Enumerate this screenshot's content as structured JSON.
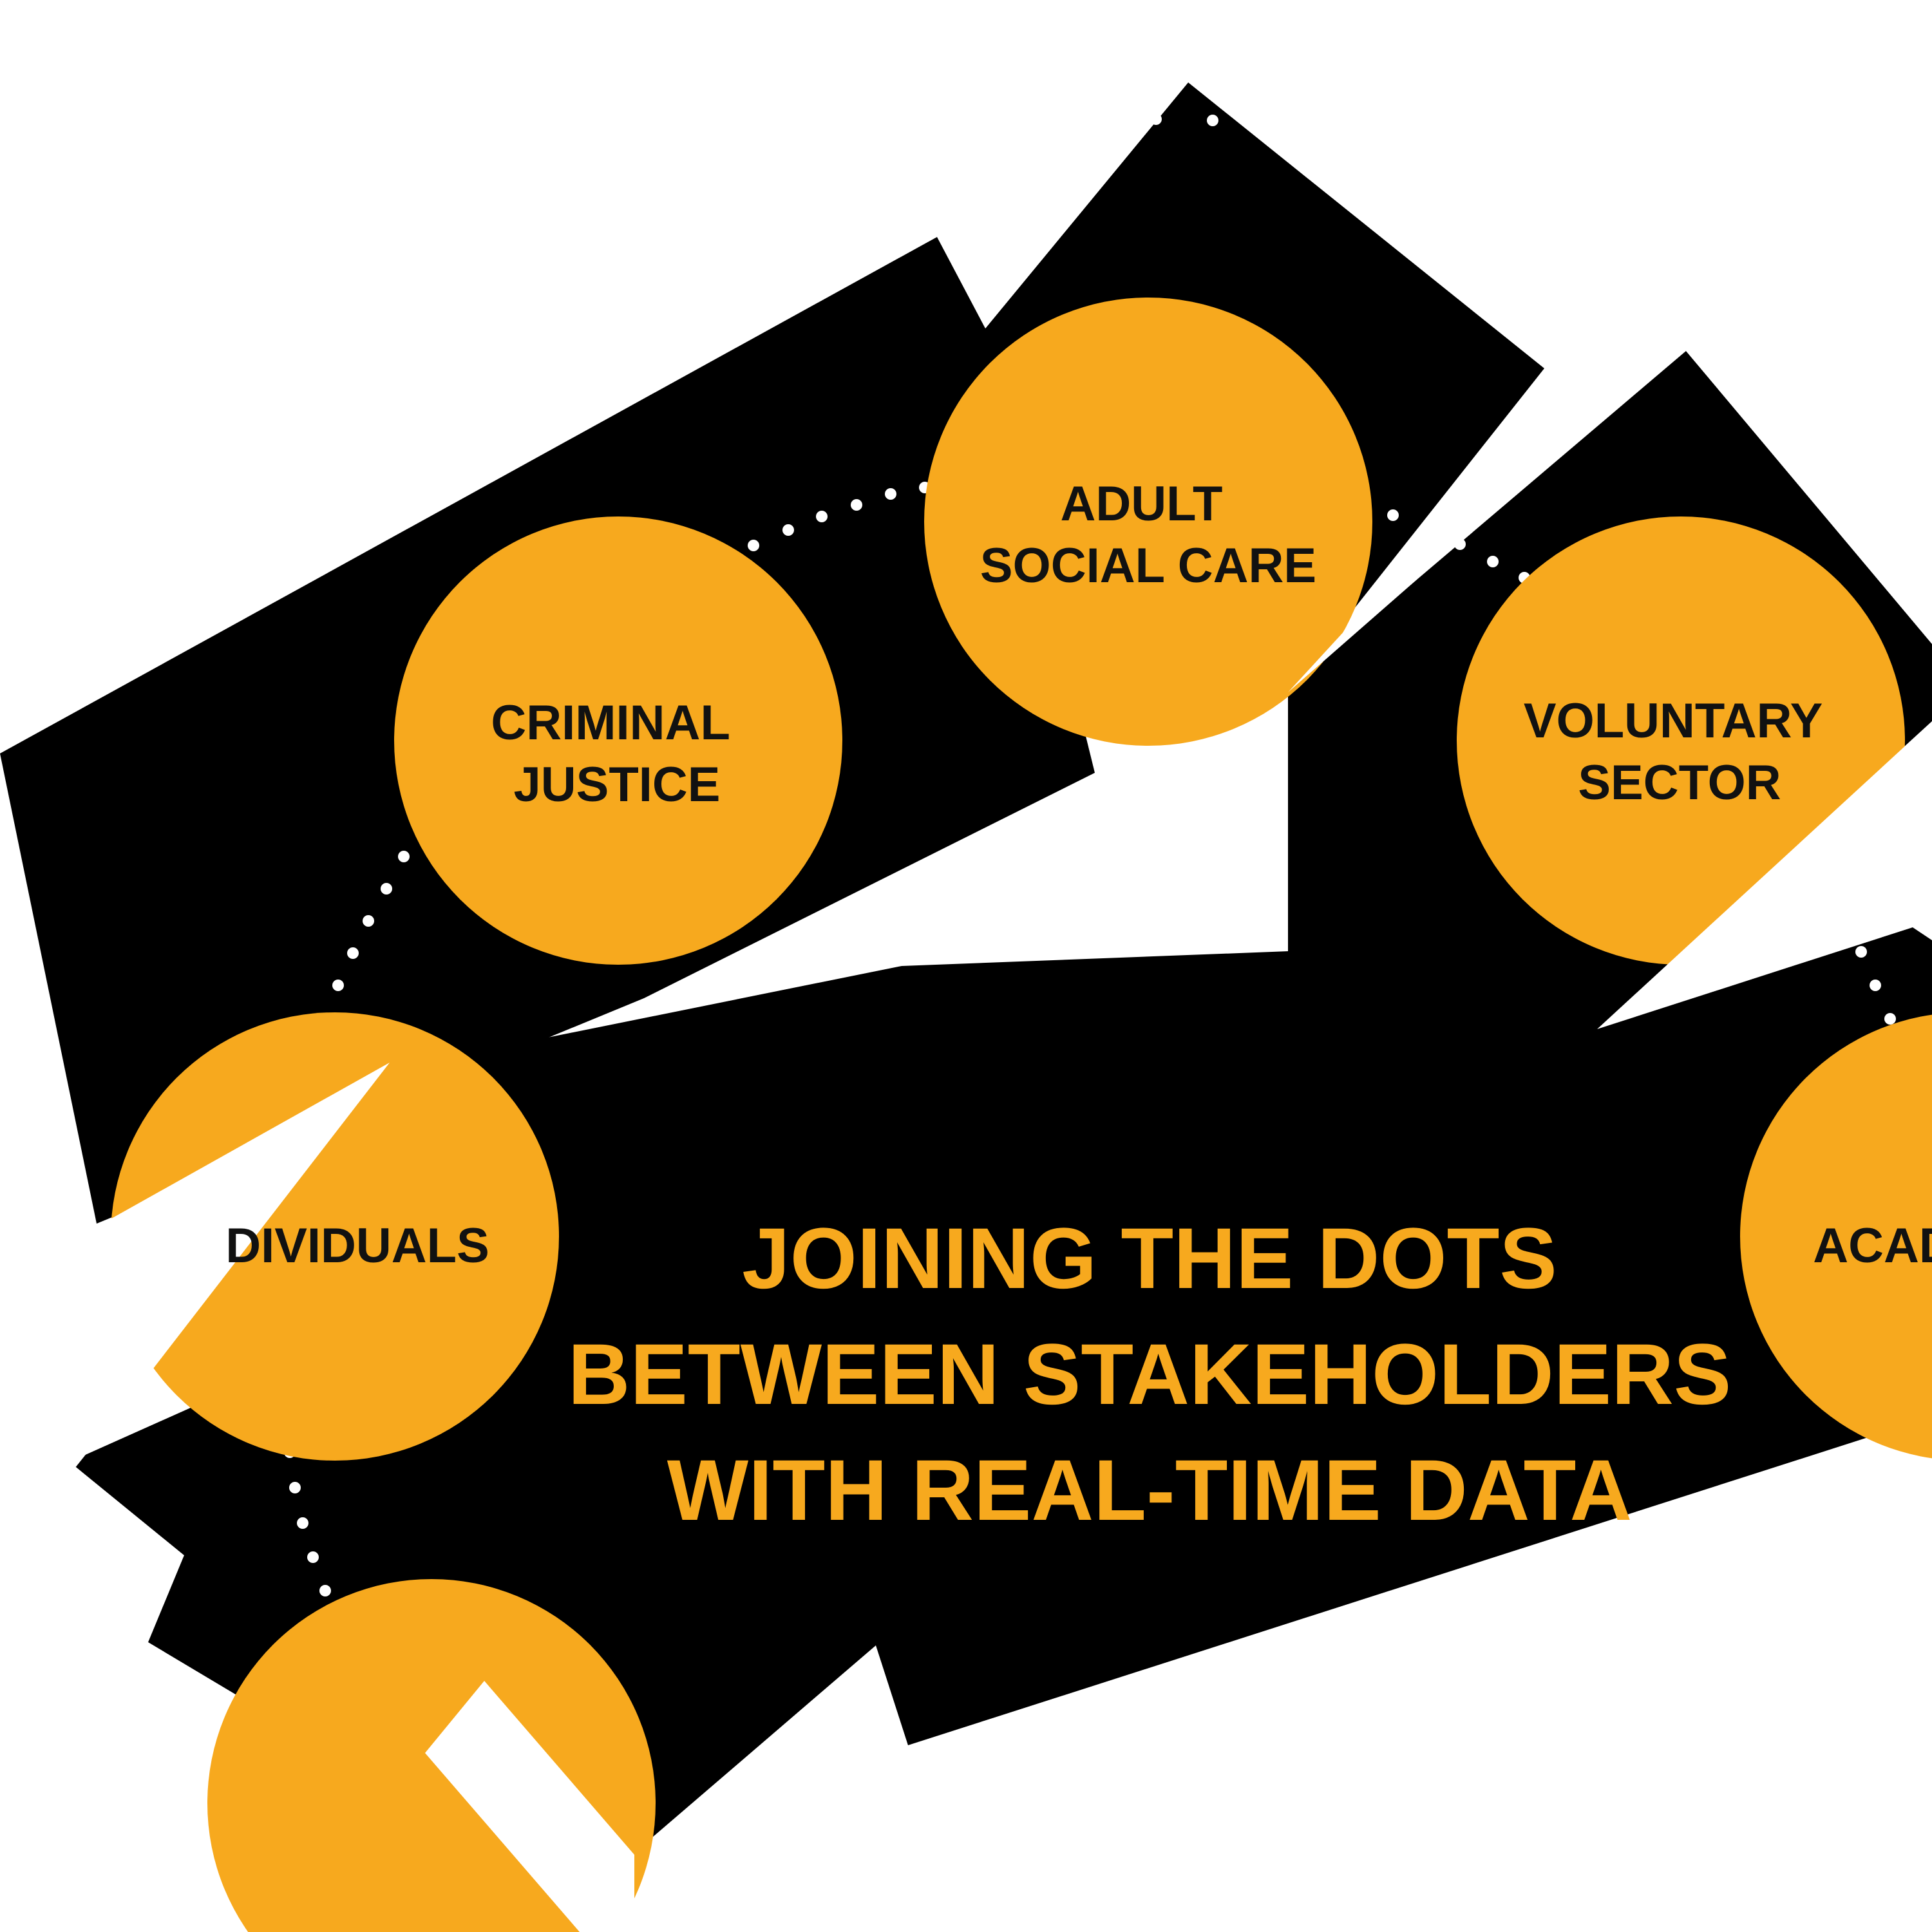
{
  "colors": {
    "background": "#ffffff",
    "shape": "#000000",
    "node": "#f7a91e",
    "node_text": "#111111",
    "headline": "#f7a91e",
    "dots": "#ffffff"
  },
  "headline": {
    "lines": [
      "JOINING THE DOTS",
      "BETWEEN STAKEHOLDERS",
      "WITH REAL-TIME DATA"
    ]
  },
  "nodes": [
    {
      "id": "adult-social-care",
      "lines": [
        "ADULT",
        "SOCIAL CARE"
      ]
    },
    {
      "id": "criminal-justice",
      "lines": [
        "CRIMINAL",
        "JUSTICE"
      ]
    },
    {
      "id": "voluntary-sector",
      "lines": [
        "VOLUNTARY",
        "SECTOR"
      ]
    },
    {
      "id": "individuals",
      "lines": [
        "DIVIDUALS"
      ]
    },
    {
      "id": "academia",
      "lines": [
        "ACAD"
      ]
    },
    {
      "id": "bottom-node",
      "lines": []
    }
  ]
}
